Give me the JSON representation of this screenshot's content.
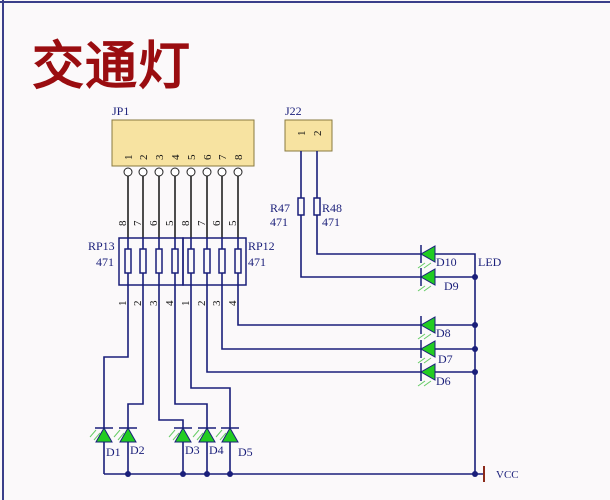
{
  "title": "交通灯",
  "colors": {
    "title": "#9a0d10",
    "wire": "#1a1f7a",
    "led": "#22cc22",
    "connector_fill": "#f7e3a1",
    "vcc": "#8b2a1a"
  },
  "jp1": {
    "name": "JP1",
    "pins": [
      "1",
      "2",
      "3",
      "4",
      "5",
      "6",
      "7",
      "8"
    ]
  },
  "j22": {
    "name": "J22",
    "pins": [
      "1",
      "2"
    ]
  },
  "rp13": {
    "name": "RP13",
    "value": "471",
    "top_pins": [
      "8",
      "7",
      "6",
      "5"
    ],
    "bottom_pins": [
      "1",
      "2",
      "3",
      "4"
    ]
  },
  "rp12": {
    "name": "RP12",
    "value": "471",
    "top_pins": [
      "8",
      "7",
      "6",
      "5"
    ],
    "bottom_pins": [
      "1",
      "2",
      "3",
      "4"
    ]
  },
  "r47": {
    "name": "R47",
    "value": "471"
  },
  "r48": {
    "name": "R48",
    "value": "471"
  },
  "leds": [
    "D1",
    "D2",
    "D3",
    "D4",
    "D5",
    "D6",
    "D7",
    "D8",
    "D9",
    "D10"
  ],
  "led_label": "LED",
  "vcc_label": "VCC"
}
